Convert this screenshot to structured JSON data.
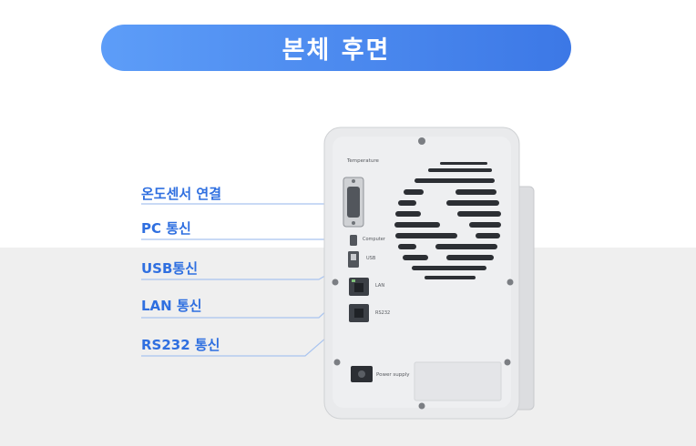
{
  "header": {
    "title": "본체 후면"
  },
  "labels": [
    {
      "id": "temp",
      "text": "온도센서 연결"
    },
    {
      "id": "pc",
      "text": "PC 통신"
    },
    {
      "id": "usb",
      "text": "USB통신"
    },
    {
      "id": "lan",
      "text": "LAN 통신"
    },
    {
      "id": "rs",
      "text": "RS232 통신"
    }
  ],
  "device": {
    "temperature_label": "Temperature",
    "computer_label": "Computer",
    "usb_label": "USB",
    "lan_label": "LAN",
    "rs232_label": "RS232",
    "power_label": "Power supply"
  },
  "colors": {
    "accent": "#2f6fe0",
    "leader_line": "#a9c4ef",
    "device_body": "#e9eaec"
  }
}
